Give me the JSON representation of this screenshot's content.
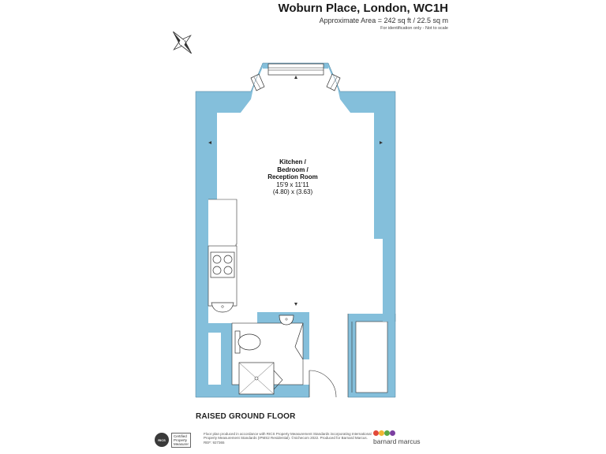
{
  "header": {
    "title": "Woburn Place, London, WC1H",
    "area": "Approximate Area = 242 sq ft / 22.5 sq m",
    "note": "For identification only - Not to scale"
  },
  "compass": {
    "letter": "N"
  },
  "room": {
    "name_lines": [
      "Kitchen /",
      "Bedroom /",
      "Reception Room"
    ],
    "dim_imperial": "15'9 x 11'11",
    "dim_metric": "(4.80) x (3.63)"
  },
  "floor_label": "RAISED GROUND FLOOR",
  "footer": {
    "rics_seal": "RICS",
    "rics_text": [
      "Certified",
      "Property",
      "Measurer"
    ],
    "fineprint": "Floor plan produced in accordance with RICS Property Measurement Standards incorporating International Property Measurement Standards (IPMS2 Residential). ©nichecom 2022. Produced for Barnard Marcus. REF: 927365",
    "brand_name": "barnard marcus",
    "brand_colors": [
      "#e2493a",
      "#f2b633",
      "#5aa844",
      "#7b3fa0"
    ]
  },
  "colors": {
    "wall": "#84bfdb",
    "line": "#333333"
  }
}
